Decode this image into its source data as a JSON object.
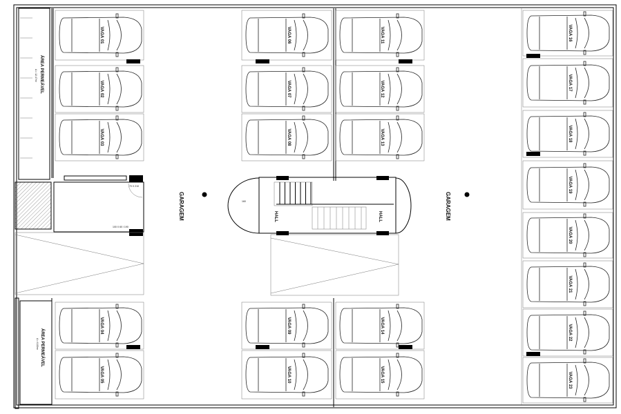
{
  "plan": {
    "garage_label": "GARAGEM",
    "hall_label": "HALL",
    "permeable_area_top": {
      "title": "ÁREA PERMEÁVEL",
      "area": "A = 12,47m²"
    },
    "permeable_area_bottom": {
      "title": "ÁREA PERMEÁVEL",
      "area": "A = 6,83m²"
    },
    "door_label_1": "70 X 210",
    "door_label_2": "100 X 60 / 190",
    "stair_dim": "160",
    "parking_spaces": [
      "VAGA 01",
      "VAGA 02",
      "VAGA 03",
      "VAGA 04",
      "VAGA 05",
      "VAGA 06",
      "VAGA 07",
      "VAGA 08",
      "VAGA 09",
      "VAGA 10",
      "VAGA 11",
      "VAGA 12",
      "VAGA 13",
      "VAGA 14",
      "VAGA 15",
      "VAGA 16",
      "VAGA 17",
      "VAGA 18",
      "VAGA 19",
      "VAGA 20",
      "VAGA 21",
      "VAGA 22",
      "VAGA 23"
    ]
  }
}
